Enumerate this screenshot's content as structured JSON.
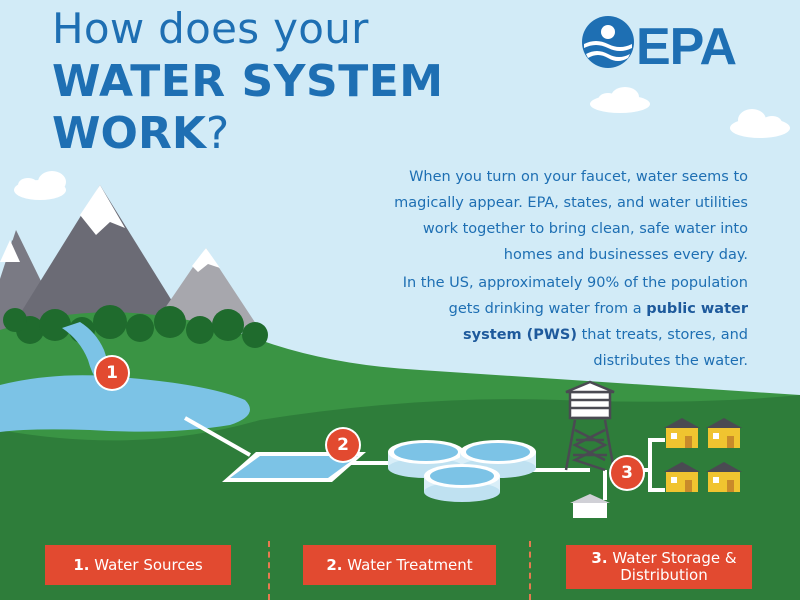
{
  "title": {
    "line1": "How does your",
    "line2": "WATER SYSTEM",
    "line3_bold": "WORK",
    "line3_rest": "?"
  },
  "logo": {
    "text": "EPA"
  },
  "intro": {
    "paragraph1": "When you turn on your faucet, water seems to magically appear. EPA, states, and water utilities work together to bring clean, safe water into homes and businesses every day.",
    "paragraph2_before": "In the US, approximately 90% of the population gets drinking water from a ",
    "paragraph2_bold": "public water system (PWS)",
    "paragraph2_after": " that treats, stores, and distributes the water."
  },
  "badges": [
    "1",
    "2",
    "3"
  ],
  "labels": [
    {
      "num": "1.",
      "text": "Water Sources"
    },
    {
      "num": "2.",
      "text": "Water Treatment"
    },
    {
      "num": "3.",
      "text": "Water Storage & Distribution"
    }
  ],
  "colors": {
    "sky": "#d2ebf7",
    "title_blue": "#1e6fb3",
    "badge_red": "#e24a30",
    "grass_dark": "#2e7d3a",
    "grass_light": "#3a9444",
    "water": "#7cc3e6",
    "mountain": "#6b6b75",
    "house": "#f0c430"
  },
  "icons": [
    "epa-logo-icon",
    "mountain-icon",
    "lake-icon",
    "treatment-basin-icon",
    "water-tower-icon",
    "house-icon",
    "cloud-icon"
  ]
}
